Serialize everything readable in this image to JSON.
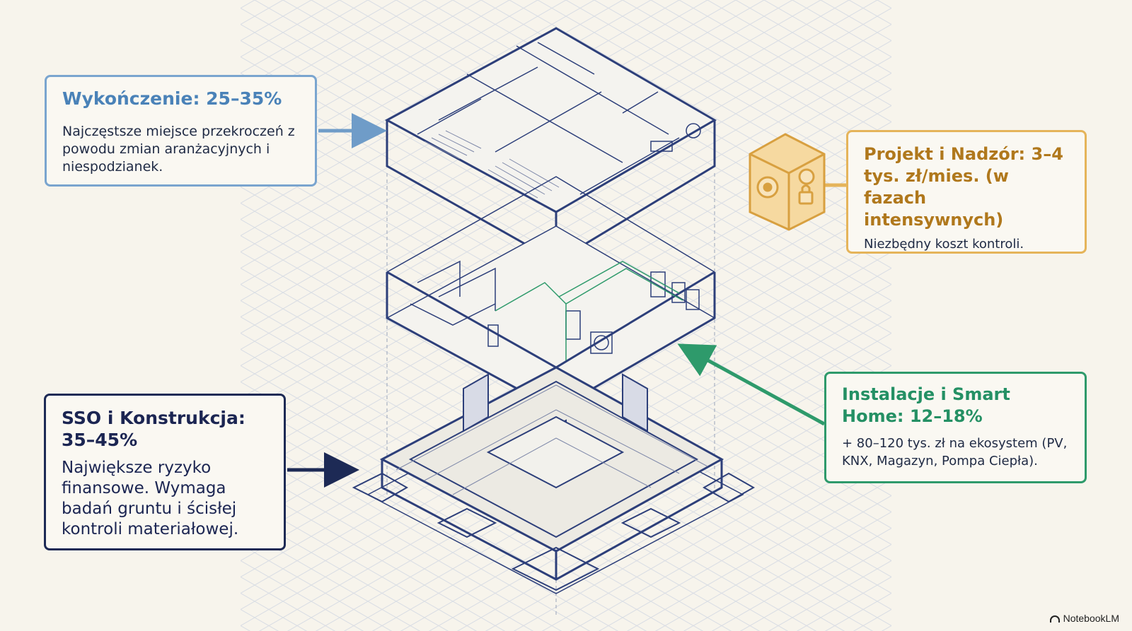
{
  "cards": {
    "finishing": {
      "title": "Wykończenie: 25–35%",
      "desc": "Najczęstsze miejsce przekroczeń z powodu zmian aranżacyjnych i niespodzianek."
    },
    "design": {
      "title": "Projekt i Nadzór: 3–4 tys. zł/mies. (w fazach intensywnych)",
      "desc": "Niezbędny koszt kontroli."
    },
    "installations": {
      "title": "Instalacje i Smart Home: 12–18%",
      "desc": "+ 80–120 tys. zł na ekosystem (PV, KNX, Magazyn, Pompa Ciepła)."
    },
    "structure": {
      "title": "SSO i Konstrukcja: 35–45%",
      "desc": "Największe ryzyko finansowe. Wymaga badań gruntu i ścisłej kontroli materiałowej."
    }
  },
  "brand": "NotebookLM",
  "colors": {
    "finishing": "#7aa5cf",
    "design": "#e5b45a",
    "installations": "#2e9a6b",
    "structure": "#1d2a55",
    "blueprint": "#2d3f7a"
  },
  "icons": [
    "safe-icon",
    "gear-icon",
    "padlock-icon"
  ]
}
